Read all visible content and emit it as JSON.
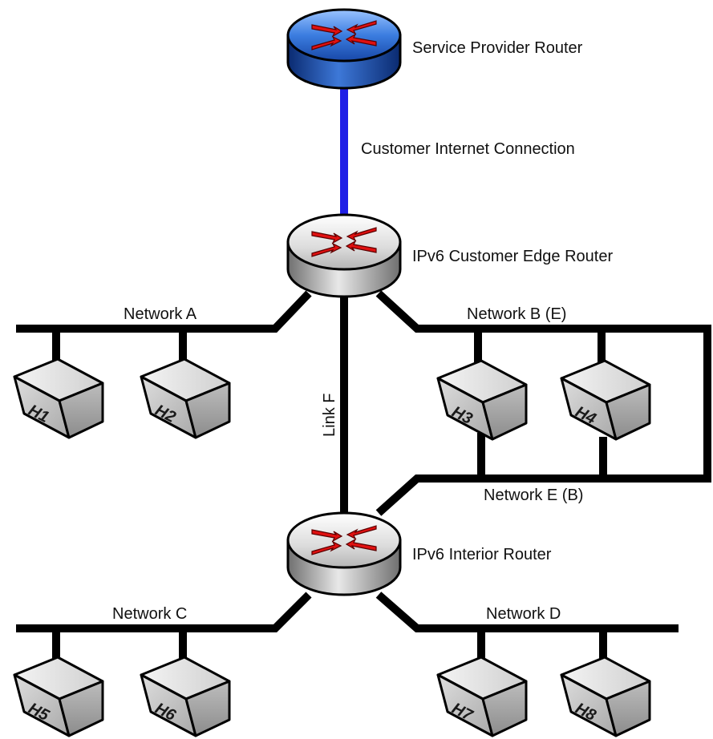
{
  "colors": {
    "uplink": "#1f1fe6",
    "ethernet": "#000000",
    "provider_router_top": "#2b6fd6",
    "edge_router_top": "#d9d9d9",
    "arrow": "#e01010",
    "host_body": "#c8c8c8"
  },
  "routers": {
    "provider": {
      "label": "Service Provider Router",
      "icon": "router-icon"
    },
    "edge": {
      "label": "IPv6 Customer Edge Router",
      "icon": "router-icon"
    },
    "interior": {
      "label": "IPv6 Interior Router",
      "icon": "router-icon"
    }
  },
  "links": {
    "uplink": "Customer Internet Connection",
    "link_f": "Link F"
  },
  "networks": {
    "a": "Network A",
    "b": "Network B (E)",
    "c": "Network C",
    "d": "Network D",
    "e": "Network E (B)"
  },
  "hosts": [
    "H1",
    "H2",
    "H3",
    "H4",
    "H5",
    "H6",
    "H7",
    "H8"
  ]
}
